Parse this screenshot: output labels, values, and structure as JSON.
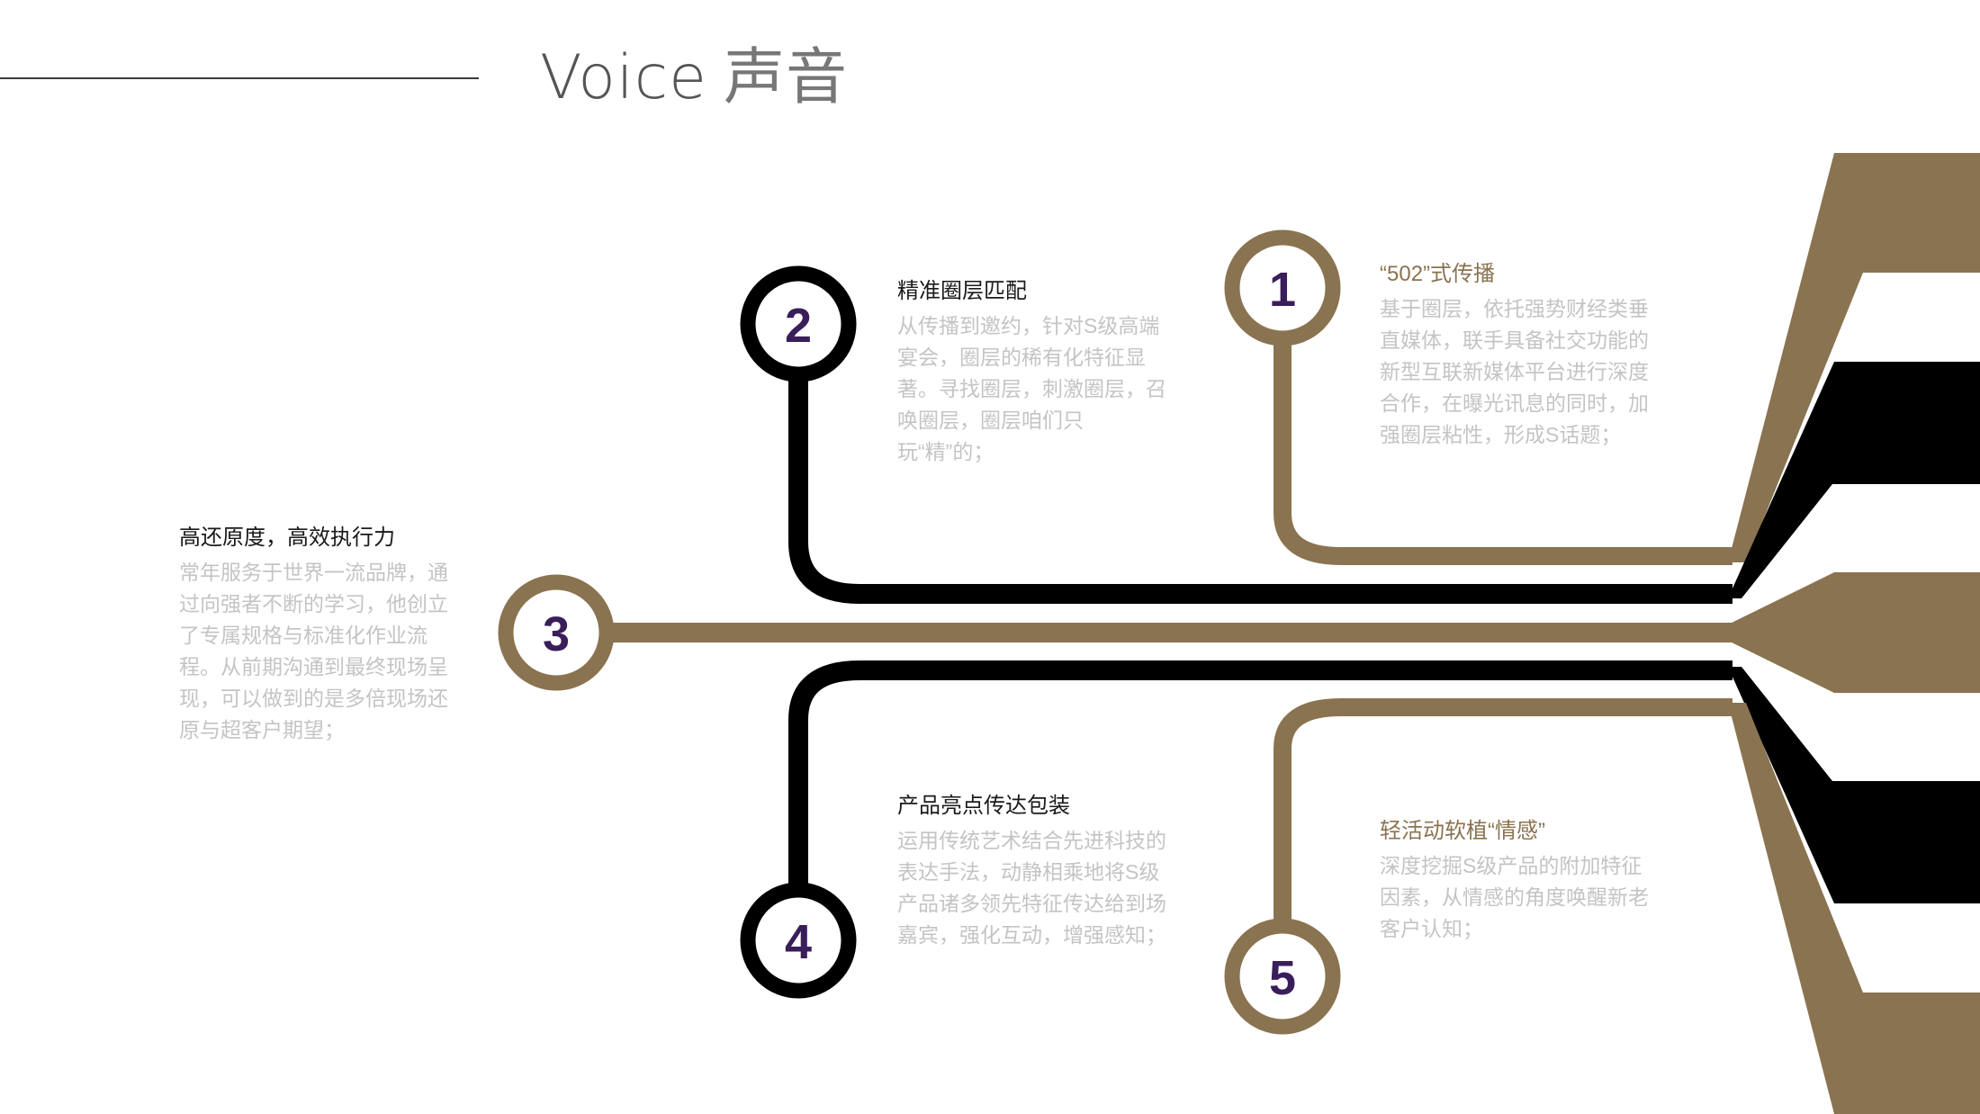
{
  "header": {
    "title_en": "Voice",
    "title_cn": "声音"
  },
  "colors": {
    "gold": "#8a7350",
    "black": "#000000",
    "number": "#3a1e5a",
    "title_text": "#1a1a1a",
    "body_text": "#c4c4c4"
  },
  "nodes": [
    {
      "number": "1",
      "title": "“502”式传播",
      "body": "基于圈层，依托强势财经类垂直媒体，联手具备社交功能的新型互联新媒体平台进行深度合作，在曝光讯息的同时，加强圈层粘性，形成S话题；"
    },
    {
      "number": "2",
      "title": "精准圈层匹配",
      "body": "从传播到邀约，针对S级高端宴会，圈层的稀有化特征显著。寻找圈层，刺激圈层，召唤圈层，圈层咱们只玩“精”的；"
    },
    {
      "number": "3",
      "title": "高还原度，高效执行力",
      "body": "常年服务于世界一流品牌，通过向强者不断的学习，他创立了专属规格与标准化作业流程。从前期沟通到最终现场呈现，可以做到的是多倍现场还原与超客户期望；"
    },
    {
      "number": "4",
      "title": "产品亮点传达包装",
      "body": "运用传统艺术结合先进科技的表达手法，动静相乘地将S级产品诸多领先特征传达给到场嘉宾，强化互动，增强感知；"
    },
    {
      "number": "5",
      "title": "轻活动软植“情感”",
      "body": "深度挖掘S级产品的附加特征因素，从情感的角度唤醒新老客户认知；"
    }
  ]
}
